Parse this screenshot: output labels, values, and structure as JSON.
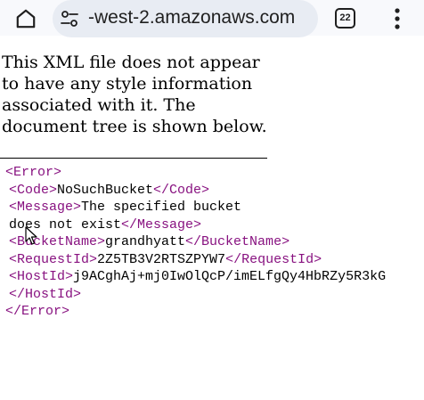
{
  "browser": {
    "url": "-west-2.amazonaws.com",
    "tab_count": "22",
    "icons": {
      "home": "home-icon",
      "site_info": "site-info-icon",
      "tabs": "tabs-icon",
      "menu": "more-vert-icon"
    }
  },
  "notice": {
    "text": "This XML file does not appear to have any style information associated with it. The document tree is shown below."
  },
  "xml": {
    "error_open": "<Error>",
    "error_close": "</Error>",
    "code": {
      "open": "<Code>",
      "value": "NoSuchBucket",
      "close": "</Code>"
    },
    "message": {
      "open": "<Message>",
      "value_line1": "The specified bucket",
      "value_line2": "does not exist",
      "close": "</Message>"
    },
    "bucket_name": {
      "open": "<BucketName>",
      "value": "grandhyatt",
      "close": "</BucketName>"
    },
    "request_id": {
      "open": "<RequestId>",
      "value": "2Z5TB3V2RTSZPYW7",
      "close": "</RequestId>"
    },
    "host_id": {
      "open": "<HostId>",
      "value": "j9ACghAj+mj0IwOlQcP/imELfgQy4HbRZy5R3kG",
      "close": "</HostId>"
    }
  },
  "colors": {
    "tag": "#881280",
    "text": "#000000",
    "url_pill": "#e8ecf3"
  }
}
